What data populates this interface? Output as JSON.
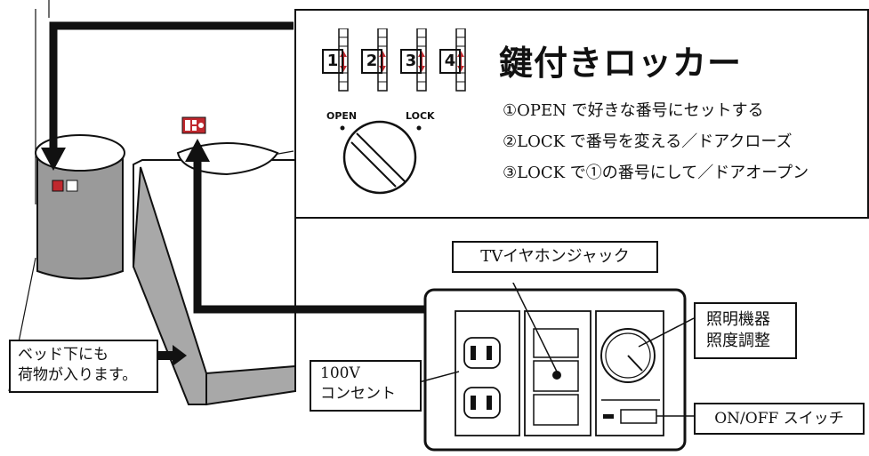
{
  "locker_panel": {
    "title": "鍵付きロッカー",
    "steps": [
      "①OPEN で好きな番号にセットする",
      "②LOCK で番号を変える／ドアクローズ",
      "③LOCK で①の番号にして／ドアオープン"
    ],
    "dial_digits": [
      "1",
      "2",
      "3",
      "4"
    ],
    "open_label": "OPEN",
    "lock_label": "LOCK"
  },
  "labels": {
    "tv_jack": "TVイヤホンジャック",
    "outlet_line1": "100V",
    "outlet_line2": "コンセント",
    "lighting_line1": "照明機器",
    "lighting_line2": "照度調整",
    "switch": "ON/OFF スイッチ",
    "under_bed_line1": "ベッド下にも",
    "under_bed_line2": "荷物が入ります。"
  },
  "colors": {
    "accent_red": "#c0282e",
    "cabinet_gray": "#9a9a9a",
    "bed_gray": "#a8a8a8",
    "line": "#111111"
  }
}
